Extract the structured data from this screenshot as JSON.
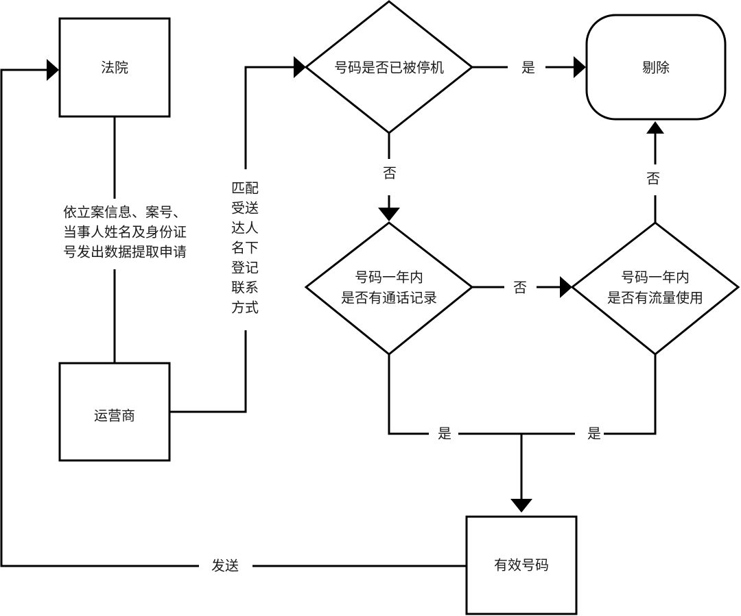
{
  "diagram": {
    "nodes": {
      "court": {
        "label": "法院",
        "shape": "rectangle"
      },
      "operator": {
        "label": "运营商",
        "shape": "rectangle"
      },
      "stopped": {
        "label": "号码是否已被停机",
        "shape": "diamond"
      },
      "remove": {
        "label": "剔除",
        "shape": "rounded-rectangle"
      },
      "call_records": {
        "lines": [
          "号码一年内",
          "是否有通话记录"
        ],
        "shape": "diamond"
      },
      "data_usage": {
        "lines": [
          "号码一年内",
          "是否有流量使用"
        ],
        "shape": "diamond"
      },
      "valid": {
        "label": "有效号码",
        "shape": "rectangle"
      }
    },
    "edges": {
      "court_to_operator": {
        "lines": [
          "依立案信息、案号、",
          "当事人姓名及身份证",
          "号发出数据提取申请"
        ]
      },
      "operator_to_stopped": {
        "lines": [
          "匹配",
          "受送",
          "达人",
          "名下",
          "登记",
          "联系",
          "方式"
        ]
      },
      "stopped_yes": {
        "label": "是"
      },
      "stopped_no": {
        "label": "否"
      },
      "call_no": {
        "label": "否"
      },
      "data_no": {
        "label": "否"
      },
      "call_yes": {
        "label": "是"
      },
      "data_yes": {
        "label": "是"
      },
      "valid_send": {
        "label": "发送"
      }
    }
  }
}
